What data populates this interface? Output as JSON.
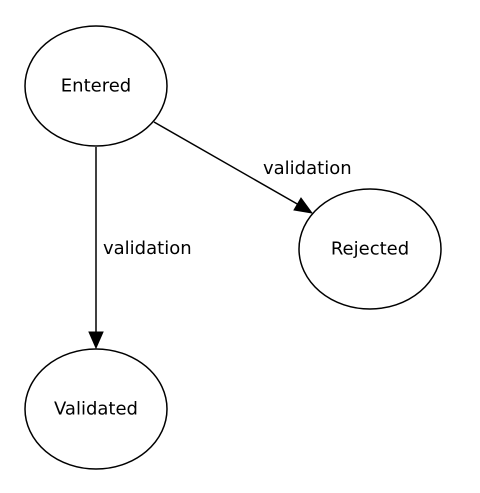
{
  "diagram": {
    "nodes": {
      "entered": {
        "label": "Entered"
      },
      "rejected": {
        "label": "Rejected"
      },
      "validated": {
        "label": "Validated"
      }
    },
    "edges": {
      "entered_to_rejected": {
        "label": "validation"
      },
      "entered_to_validated": {
        "label": "validation"
      }
    }
  },
  "colors": {
    "stroke": "#000000",
    "fill": "#ffffff",
    "background": "#ffffff"
  }
}
